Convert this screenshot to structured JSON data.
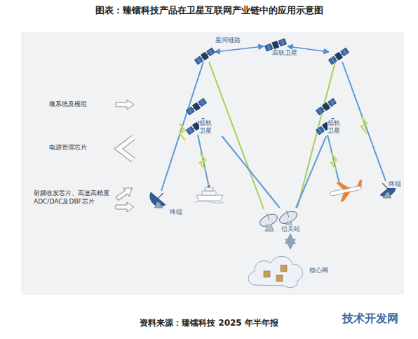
{
  "diagram": {
    "title": "图表：臻镭科技产品在卫星互联网产业链中的应用示意图",
    "caption": "资料来源：臻镭科技 2025 年半年报",
    "nodes": [
      {
        "text": [
          "高轨卫星"
        ]
      },
      {
        "text": [
          "低轨卫星"
        ]
      },
      {
        "text": [
          "低轨卫星"
        ]
      },
      {
        "text": [
          "终端"
        ]
      },
      {
        "text": [
          "终端"
        ]
      },
      {
        "text": [
          "信关站"
        ]
      },
      {
        "text": [
          "核心网"
        ]
      }
    ],
    "edges": [
      {
        "from": 1,
        "to": 5,
        "arrow": "none"
      },
      {
        "from": 2,
        "to": 5,
        "arrow": "none"
      },
      {
        "from": 5,
        "to": 6,
        "arrow": "both"
      }
    ],
    "labels": [
      "星间链路",
      "微系统及模组",
      "电源管理芯片",
      "射频收发芯片、高速高精度ADC/DAC及DBF芯片",
      "技术开发网"
    ]
  }
}
